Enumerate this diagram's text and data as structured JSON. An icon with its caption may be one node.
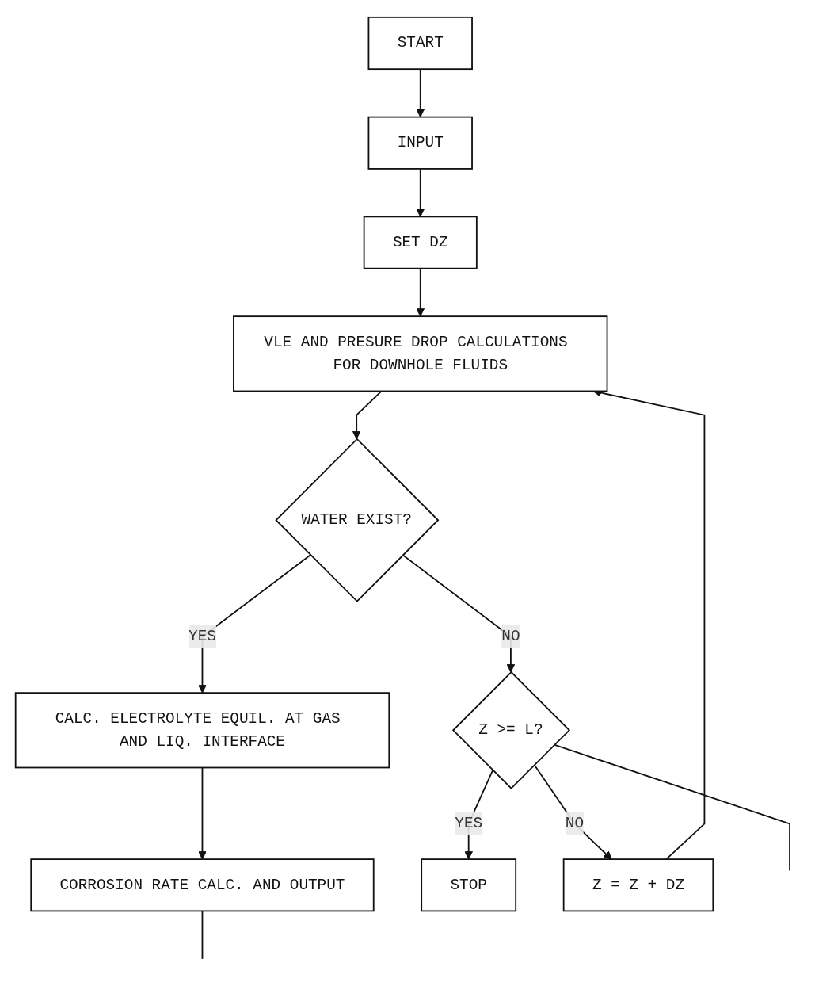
{
  "diagram": {
    "nodes": [
      {
        "text": [
          "START"
        ]
      },
      {
        "text": [
          "INPUT"
        ]
      },
      {
        "text": [
          "SET DZ"
        ]
      },
      {
        "text": [
          "VLE AND PRESURE DROP CALCULATIONS FOR DOWNHOLE FLUIDS"
        ]
      },
      {
        "text": [
          "WATER EXIST?"
        ]
      },
      {
        "text": [
          "CALC. ELECTROLYTE EQUIL. AT GAS AND LIQ. INTERFACE"
        ]
      },
      {
        "text": [
          "Z = Z + DZ"
        ]
      },
      {
        "text": [
          "Z >= L?"
        ]
      },
      {
        "text": [
          "CORROSION RATE CALC. AND OUTPUT"
        ]
      },
      {
        "text": [
          "STOP"
        ]
      }
    ],
    "edges": [
      {
        "from": 0,
        "to": 1,
        "arrow": "to"
      },
      {
        "from": 1,
        "to": 2,
        "arrow": "to"
      },
      {
        "from": 2,
        "to": 3,
        "arrow": "to"
      },
      {
        "from": 3,
        "to": 4,
        "arrow": "to"
      },
      {
        "from": 4,
        "to": 5,
        "arrow": "to",
        "label": "YES"
      },
      {
        "from": 4,
        "to": 7,
        "arrow": "to",
        "label": "NO"
      },
      {
        "from": 5,
        "to": 8,
        "arrow": "to"
      },
      {
        "from": 7,
        "to": 6,
        "arrow": "to",
        "label": "NO"
      },
      {
        "from": 6,
        "to": 3,
        "arrow": "to"
      },
      {
        "from": 7,
        "to": 9,
        "arrow": "to",
        "label": "YES"
      },
      {
        "from": 8,
        "to": null,
        "arrow": "none"
      },
      {
        "from": 7,
        "to": null,
        "arrow": "none"
      }
    ]
  }
}
